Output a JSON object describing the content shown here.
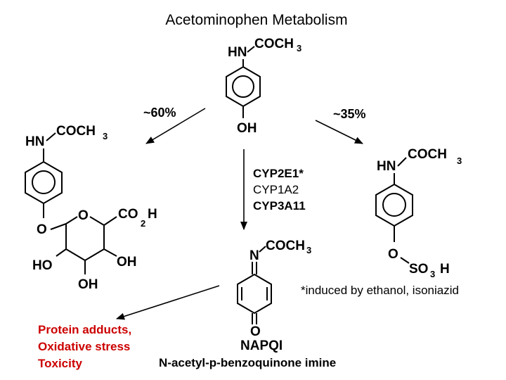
{
  "title": "Acetominophen  Metabolism",
  "parent": {
    "top_substituent": "HN",
    "acyl_group": "COCH",
    "acyl_subscript": "3",
    "bottom_substituent": "OH"
  },
  "glucuronide": {
    "pathway_percent": "~60%",
    "top_substituent": "HN",
    "acyl_group": "COCH",
    "acyl_subscript": "3",
    "link_oxygen": "O",
    "ring_oxygen": "O",
    "carboxyl_group": "CO",
    "carboxyl_subscript": "2",
    "carboxyl_h": "H",
    "hydroxyl_left": "HO",
    "hydroxyl_right": "OH",
    "hydroxyl_bottom": "OH"
  },
  "sulfate": {
    "pathway_percent": "~35%",
    "top_substituent": "HN",
    "acyl_group": "COCH",
    "acyl_subscript": "3",
    "link_oxygen": "O",
    "sulfo_group": "SO",
    "sulfo_subscript": "3",
    "sulfo_h": "H"
  },
  "enzymes": {
    "cyp2e1": "CYP2E1*",
    "cyp1a2": "CYP1A2",
    "cyp3a11": "CYP3A11"
  },
  "napqi": {
    "nitrogen": "N",
    "acyl_group": "COCH",
    "acyl_subscript": "3",
    "carbonyl_oxygen": "O",
    "name": "NAPQI",
    "full_name": "N-acetyl-p-benzoquinone imine"
  },
  "footnote": "*induced by ethanol, isoniazid",
  "outcomes": {
    "line1": "Protein adducts,",
    "line2": "Oxidative stress",
    "line3": "Toxicity",
    "color": "#cc0000"
  }
}
